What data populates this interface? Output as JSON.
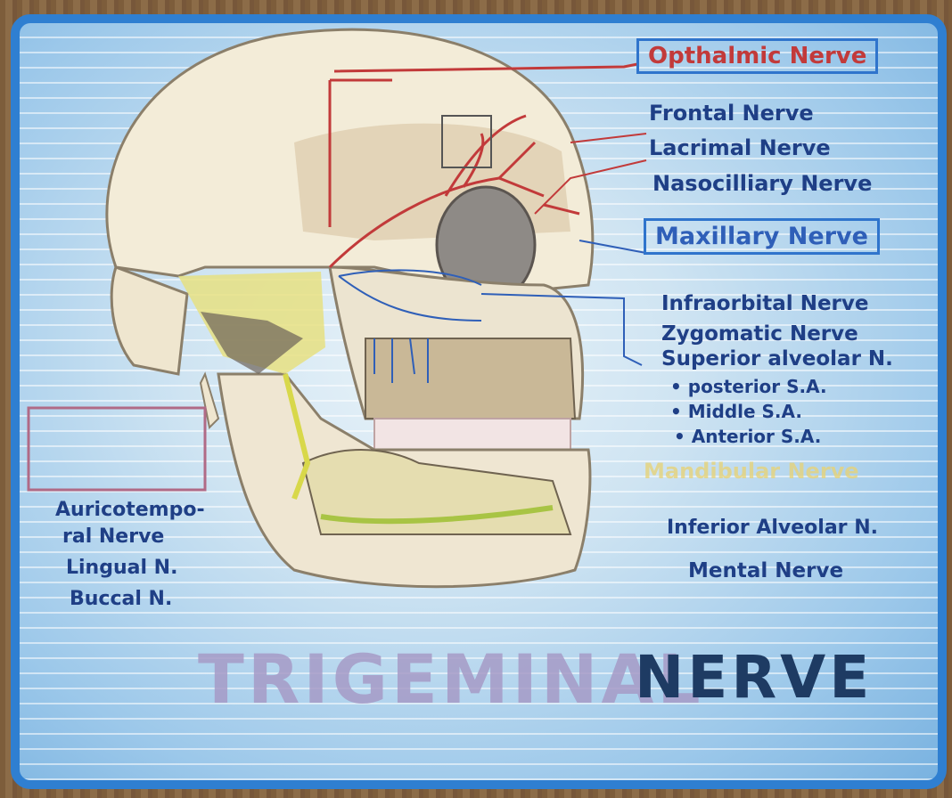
{
  "labels": {
    "ophthalmic": "Opthalmic Nerve",
    "frontal": "Frontal Nerve",
    "lacrimal": "Lacrimal Nerve",
    "nasocilliary": "Nasocilliary Nerve",
    "maxillary": "Maxillary Nerve",
    "infraorbital": "Infraorbital Nerve",
    "zygomatic": "Zygomatic Nerve",
    "superior_alveolar": "Superior alveolar N.",
    "posterior": "• posterior S.A.",
    "middle": "• Middle S.A.",
    "anterior": "• Anterior S.A.",
    "mandibular": "Mandibular Nerve",
    "inferior_alveolar": "Inferior Alveolar N.",
    "mental": "Mental Nerve",
    "auriculotemporal_1": "Auricotempo-",
    "auriculotemporal_2": "ral Nerve",
    "lingual": "Lingual N.",
    "buccal": "Buccal N."
  },
  "title": {
    "part1": "TRIGEMINAL",
    "part2": "NERVE"
  },
  "colors": {
    "ophthalmic_branch": "#c23a3a",
    "maxillary_branch": "#2f74cc",
    "mandibular_branch": "#d8d84a",
    "label_text": "#1f3f86",
    "board_border": "#2f7fd1"
  }
}
